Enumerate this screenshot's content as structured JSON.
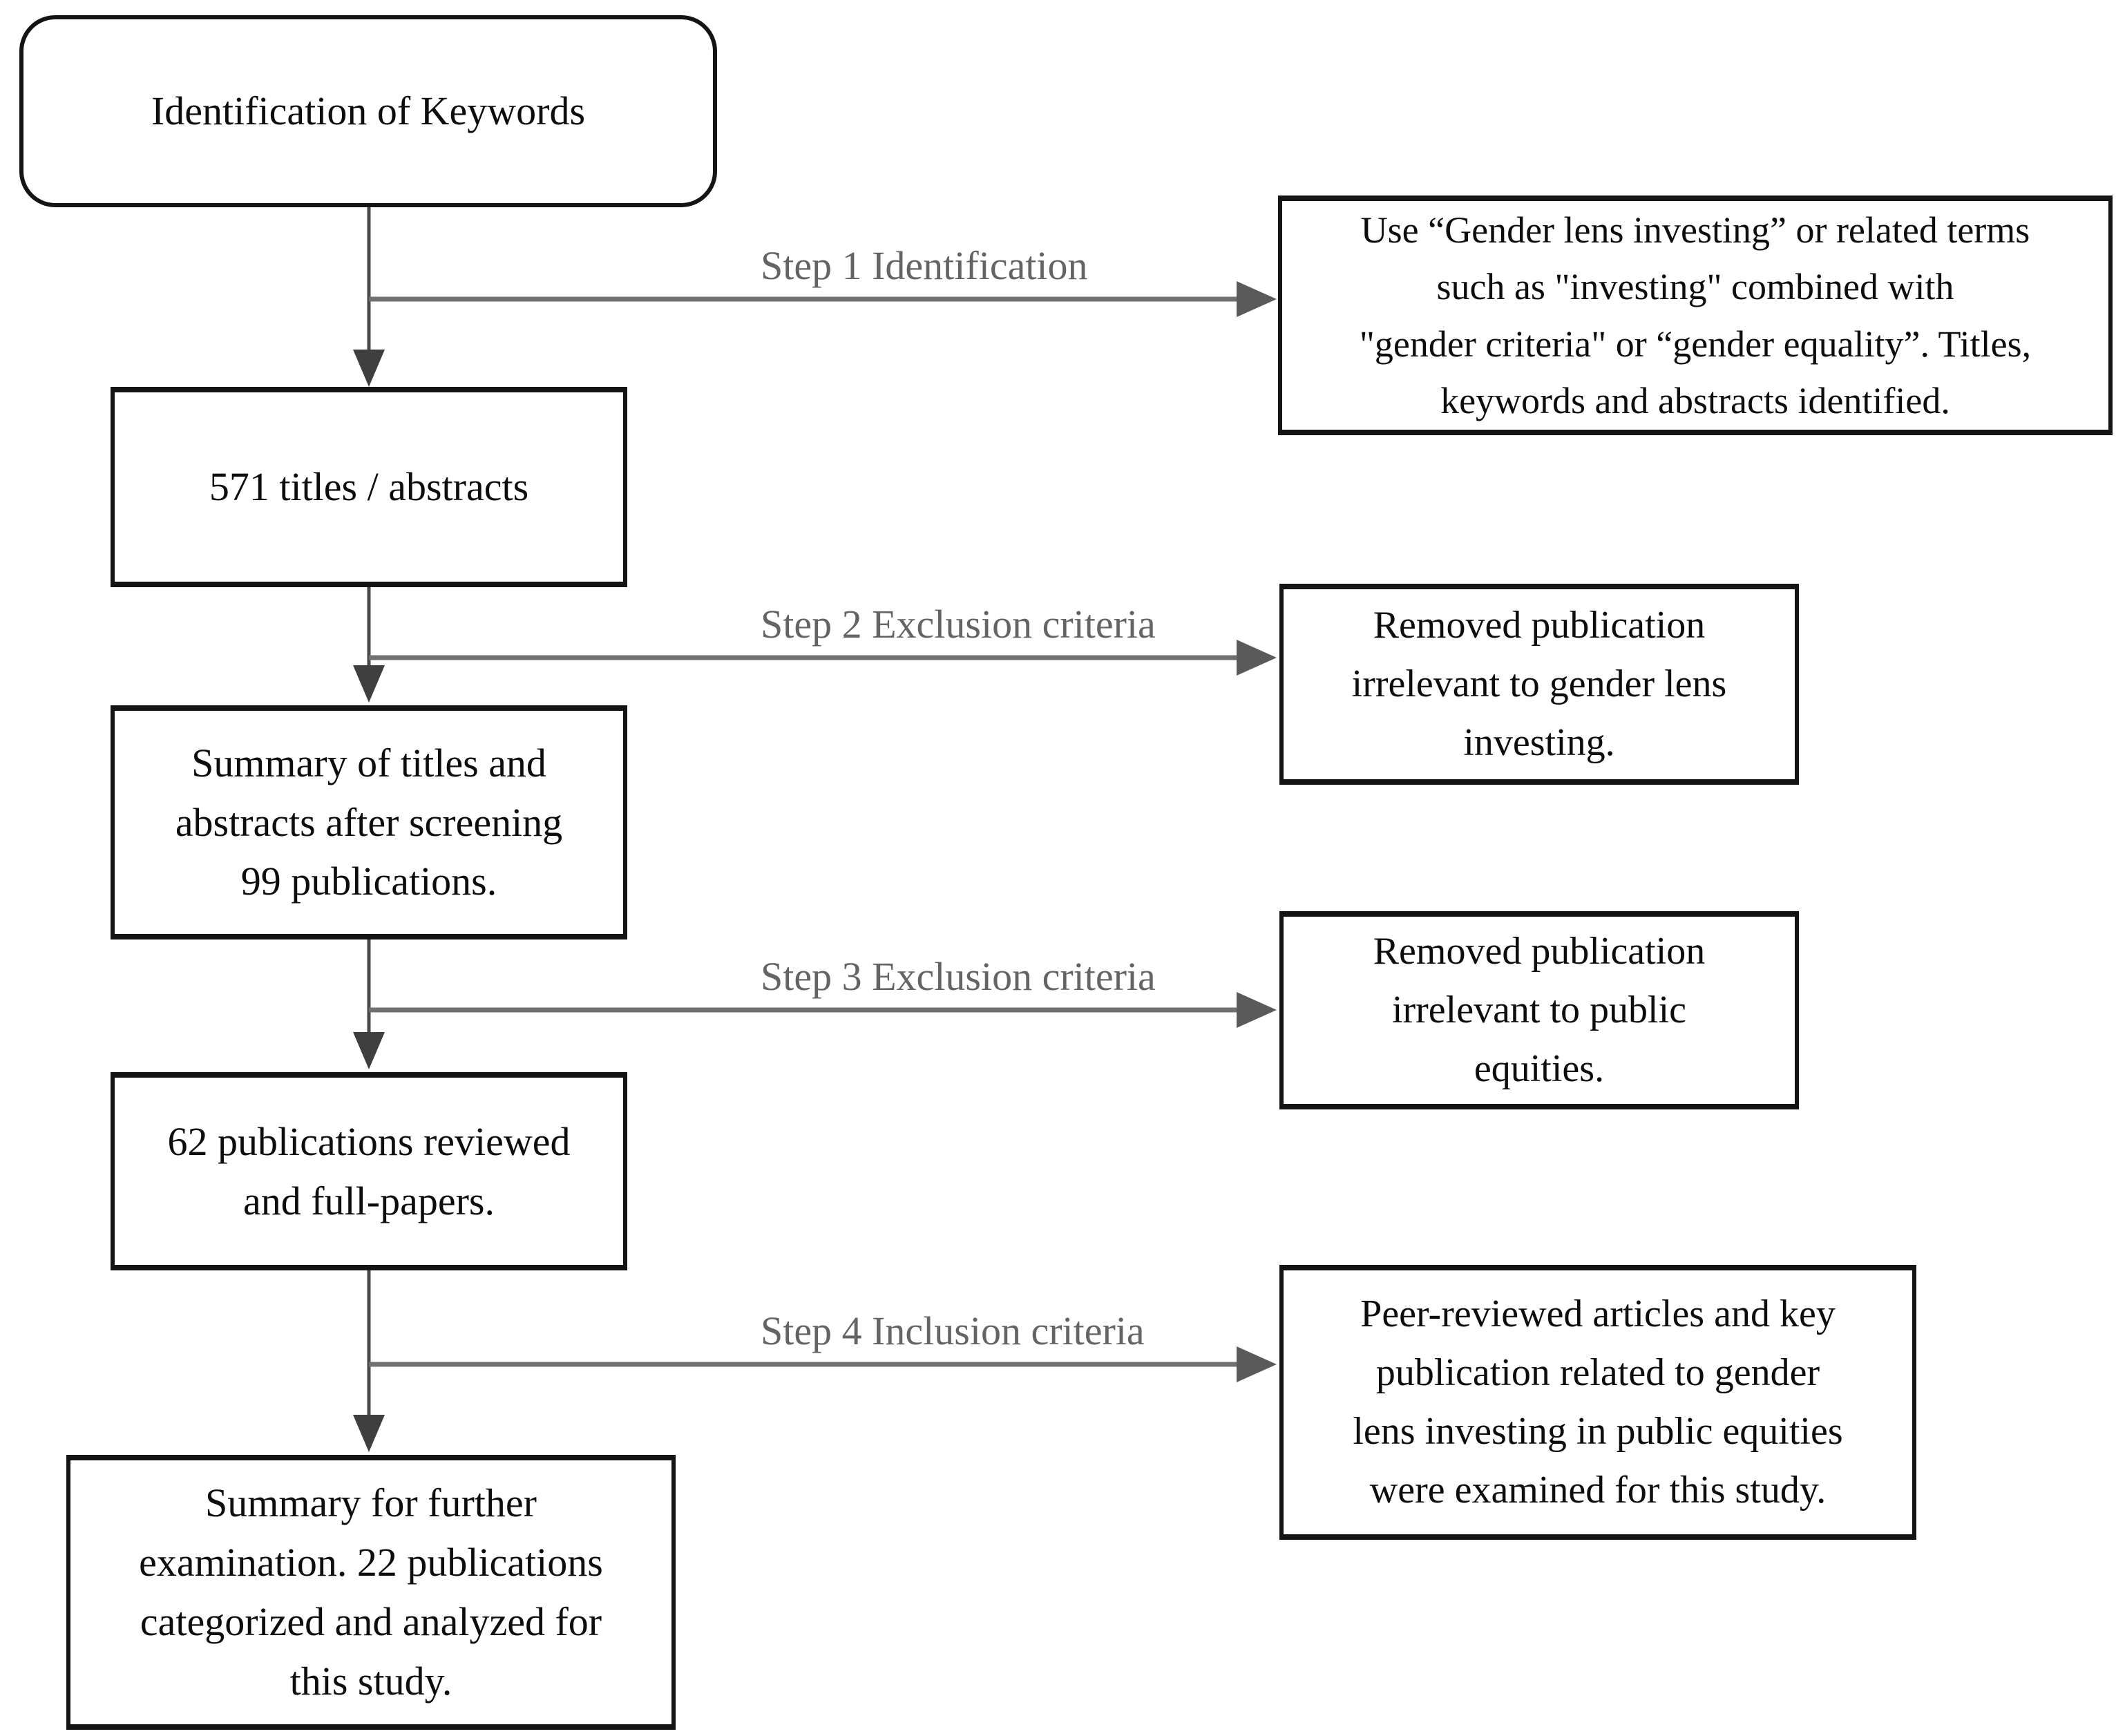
{
  "flowchart": {
    "nodes": [
      {
        "id": "start",
        "shape": "rounded-rectangle",
        "text": "Identification of Keywords"
      },
      {
        "id": "titles",
        "shape": "rectangle",
        "text": "571 titles / abstracts"
      },
      {
        "id": "screening",
        "shape": "rectangle",
        "text": "Summary of titles and\nabstracts after screening\n99 publications."
      },
      {
        "id": "reviewed",
        "shape": "rectangle",
        "text": "62 publications reviewed\nand full-papers."
      },
      {
        "id": "final",
        "shape": "rectangle",
        "text": "Summary for further\nexamination. 22 publications\ncategorized and analyzed for\nthis study."
      }
    ],
    "steps": [
      {
        "label": "Step 1 Identification",
        "note": "Use “Gender lens investing” or related terms\nsuch as \"investing\" combined with\n\"gender criteria\" or “gender equality”. Titles,\nkeywords and abstracts identified."
      },
      {
        "label": "Step 2 Exclusion criteria",
        "note": "Removed publication\nirrelevant to gender lens\ninvesting."
      },
      {
        "label": "Step 3 Exclusion criteria",
        "note": "Removed publication\nirrelevant to public\nequities."
      },
      {
        "label": "Step 4 Inclusion criteria",
        "note": "Peer-reviewed articles and key\npublication related to gender\nlens investing in public equities\nwere examined for this study."
      }
    ],
    "colors": {
      "background": "#ffffff",
      "box_border": "#141414",
      "box_text": "#0d0d0d",
      "step_label": "#646464",
      "arrow_shaft_horizontal": "#707070",
      "arrow_shaft_vertical": "#4a4a4a",
      "arrow_head": "#3f3f3f"
    }
  }
}
